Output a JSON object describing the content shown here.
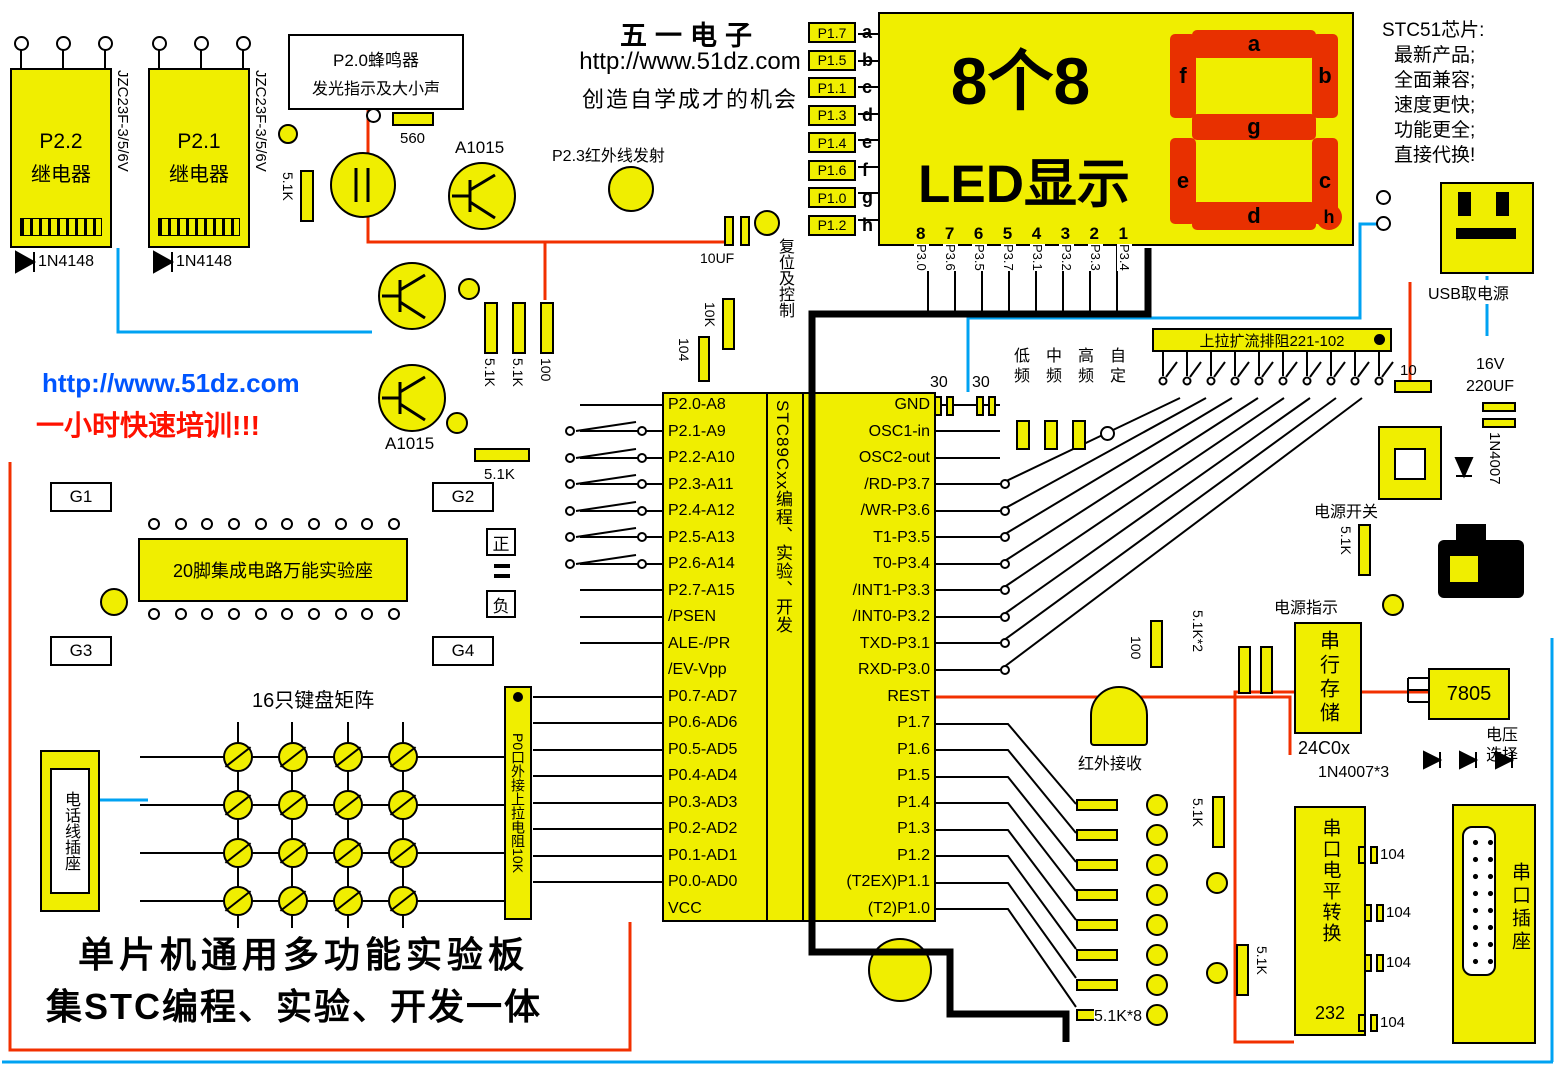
{
  "header": {
    "brand": "五一电子",
    "url": "http://www.51dz.com",
    "slogan": "创造自学成才的机会"
  },
  "promo": {
    "url": "http://www.51dz.com",
    "training": "一小时快速培训!!!"
  },
  "footer": {
    "line1": "单片机通用多功能实验板",
    "line2": "集STC编程、实验、开发一体"
  },
  "relays": {
    "r1": {
      "name": "P2.2",
      "type": "继电器",
      "part": "JZC23F-3/5/6V",
      "diode": "1N4148"
    },
    "r2": {
      "name": "P2.1",
      "type": "继电器",
      "part": "JZC23F-3/5/6V",
      "diode": "1N4148"
    }
  },
  "buzzer": {
    "line1": "P2.0蜂鸣器",
    "line2": "发光指示及大小声",
    "r560": "560",
    "r51k": "5.1K"
  },
  "transistors": {
    "q1": "A1015",
    "q3": "A1015"
  },
  "ir_tx": {
    "label": "P2.3红外线发射"
  },
  "reset": {
    "cap": "10UF",
    "res": "10K",
    "cap2": "104",
    "label": "复位及控制"
  },
  "mid_resistors": {
    "r1": "5.1K",
    "r2": "5.1K",
    "r3": "100",
    "r4": "5.1K"
  },
  "display": {
    "title1": "8个8",
    "title2": "LED显示",
    "left_pins": [
      "P1.7",
      "P1.5",
      "P1.1",
      "P1.3",
      "P1.4",
      "P1.6",
      "P1.0",
      "P1.2"
    ],
    "seg_letters": [
      "a",
      "b",
      "c",
      "d",
      "e",
      "f",
      "g",
      "h"
    ],
    "numbers": [
      "8",
      "7",
      "6",
      "5",
      "4",
      "3",
      "2",
      "1"
    ],
    "bottom_pins": [
      "P3.0",
      "P3.6",
      "P3.5",
      "P3.7",
      "P3.1",
      "P3.2",
      "P3.3",
      "P3.4"
    ],
    "segments": {
      "a": "a",
      "b": "b",
      "c": "c",
      "d": "d",
      "e": "e",
      "f": "f",
      "g": "g",
      "h": "h"
    }
  },
  "stc51": {
    "lines": [
      "STC51芯片:",
      "最新产品;",
      "全面兼容;",
      "速度更快;",
      "功能更全;",
      "直接代换!"
    ]
  },
  "usb": {
    "label": "USB取电源"
  },
  "pullup_array": {
    "label": "上拉扩流排阻221-102"
  },
  "osc": {
    "c1": "30",
    "c2": "30",
    "freq_top": [
      "低",
      "中",
      "高",
      "自"
    ],
    "freq_bottom": [
      "频",
      "频",
      "频",
      "定"
    ]
  },
  "mcu": {
    "core": "STC89Cxx编程、实验、开发",
    "left_pins": [
      "P2.0-A8",
      "P2.1-A9",
      "P2.2-A10",
      "P2.3-A11",
      "P2.4-A12",
      "P2.5-A13",
      "P2.6-A14",
      "P2.7-A15",
      "/PSEN",
      "ALE-/PR",
      "/EV-Vpp",
      "P0.7-AD7",
      "P0.6-AD6",
      "P0.5-AD5",
      "P0.4-AD4",
      "P0.3-AD3",
      "P0.2-AD2",
      "P0.1-AD1",
      "P0.0-AD0",
      "VCC"
    ],
    "right_pins": [
      "GND",
      "OSC1-in",
      "OSC2-out",
      "/RD-P3.7",
      "/WR-P3.6",
      "T1-P3.5",
      "T0-P3.4",
      "/INT1-P3.3",
      "/INT0-P3.2",
      "TXD-P3.1",
      "RXD-P3.0",
      "REST",
      "P1.7",
      "P1.6",
      "P1.5",
      "P1.4",
      "P1.3",
      "P1.2",
      "(T2EX)P1.1",
      "(T2)P1.0"
    ]
  },
  "power": {
    "r10": "10",
    "v": "16V",
    "cap": "220UF",
    "diode": "1N4007",
    "switch_label": "电源开关",
    "r51k": "5.1K",
    "led_label": "电源指示",
    "reg": "7805",
    "sel1": "电压",
    "sel2": "选择",
    "diodes3": "1N4007*3"
  },
  "eeprom": {
    "label": "串行存储",
    "part": "24C0x"
  },
  "ir_rx": {
    "label": "红外接收"
  },
  "right_res": {
    "r100": "100",
    "r51k2": "5.1K*2",
    "r51k_a": "5.1K",
    "r51k_b": "5.1K",
    "r51k8": "5.1K*8"
  },
  "serial": {
    "level1": "串口电平转换",
    "level2": "232",
    "socket": "串口插座",
    "caps": [
      "104",
      "104",
      "104",
      "104"
    ]
  },
  "keyboard": {
    "title": "16只键盘矩阵"
  },
  "p0": {
    "label": "P0口外接上拉电阻10K"
  },
  "ic_socket": {
    "label": "20脚集成电路万能实验座"
  },
  "g_labels": [
    "G1",
    "G2",
    "G3",
    "G4"
  ],
  "polarity": {
    "pos": "正",
    "neg": "负"
  },
  "phone": {
    "label": "电话线插座"
  }
}
